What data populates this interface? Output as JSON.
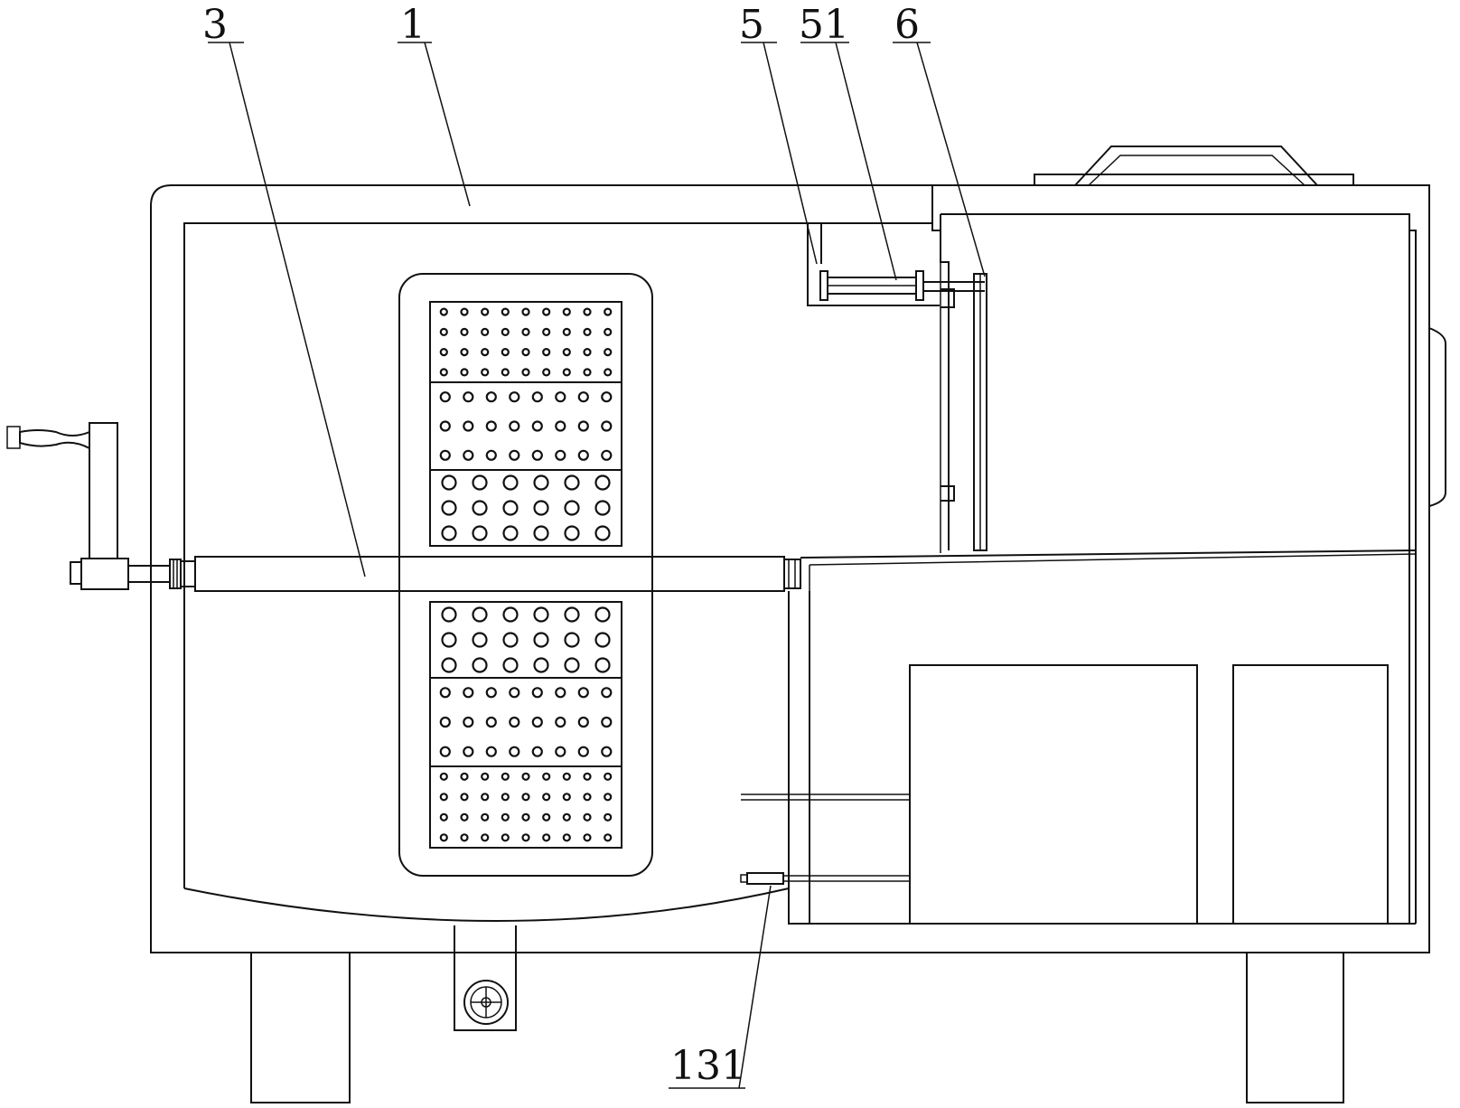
{
  "labels": {
    "shaft": "3",
    "housing": "1",
    "bracket": "5",
    "cylinder": "51",
    "rod": "6",
    "probe": "131"
  },
  "perforated_plates": {
    "upper_bands": [
      {
        "rows": 4,
        "cols": 9,
        "size": "small"
      },
      {
        "rows": 3,
        "cols": 8,
        "size": "medium"
      },
      {
        "rows": 3,
        "cols": 6,
        "size": "large"
      }
    ],
    "lower_bands": [
      {
        "rows": 3,
        "cols": 6,
        "size": "large"
      },
      {
        "rows": 3,
        "cols": 8,
        "size": "medium"
      },
      {
        "rows": 4,
        "cols": 9,
        "size": "small"
      }
    ]
  }
}
